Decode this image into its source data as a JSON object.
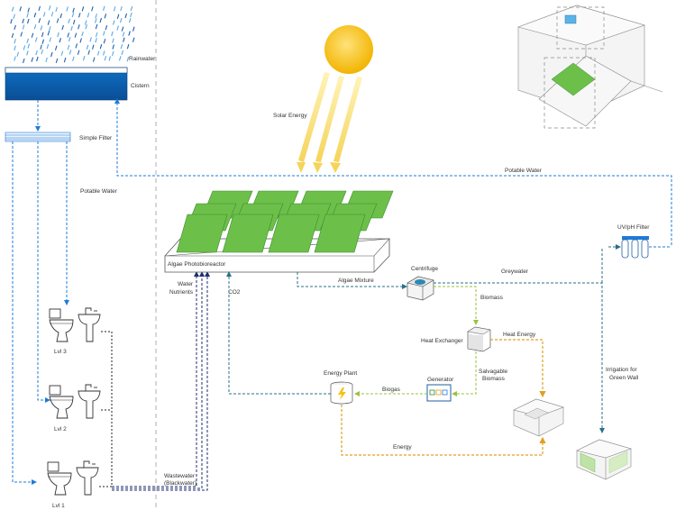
{
  "labels": {
    "rainwater": "Rainwater",
    "cistern": "Cistern",
    "simple_filter": "Simple Filter",
    "potable_water_left": "Potable Water",
    "solar_energy": "Solar Energy",
    "potable_water_top": "Potable Water",
    "uv_filter": "UV/pH Filter",
    "algae_photobioreactor": "Algae Photobioreactor",
    "water_nutrients_1": "Water",
    "water_nutrients_2": "Nutrients",
    "co2": "CO2",
    "algae_mixture": "Algae Mixture",
    "centrifuge": "Centrifuge",
    "greywater": "Greywater",
    "biomass": "Biomass",
    "heat_exchanger": "Heat Exchanger",
    "heat_energy": "Heat Energy",
    "salvagable_1": "Salvagable",
    "salvagable_2": "Biomass",
    "generator": "Generator",
    "biogas": "Biogas",
    "energy_plant": "Energy Plant",
    "energy": "Energy",
    "irrigation_1": "Irrigation for",
    "irrigation_2": "Green Wall",
    "lvl3": "Lvl 3",
    "lvl2": "Lvl 2",
    "lvl1": "Lvl 1",
    "wastewater_1": "Wastewater",
    "wastewater_2": "(Blackwater)"
  },
  "colors": {
    "water_blue": "#1f7bd8",
    "black_water": "#1d2f6f",
    "algae_green": "#6cc04a",
    "biomass_green": "#9ac23c",
    "energy_orange": "#e0a020",
    "sun_yellow": "#f6c21a"
  }
}
